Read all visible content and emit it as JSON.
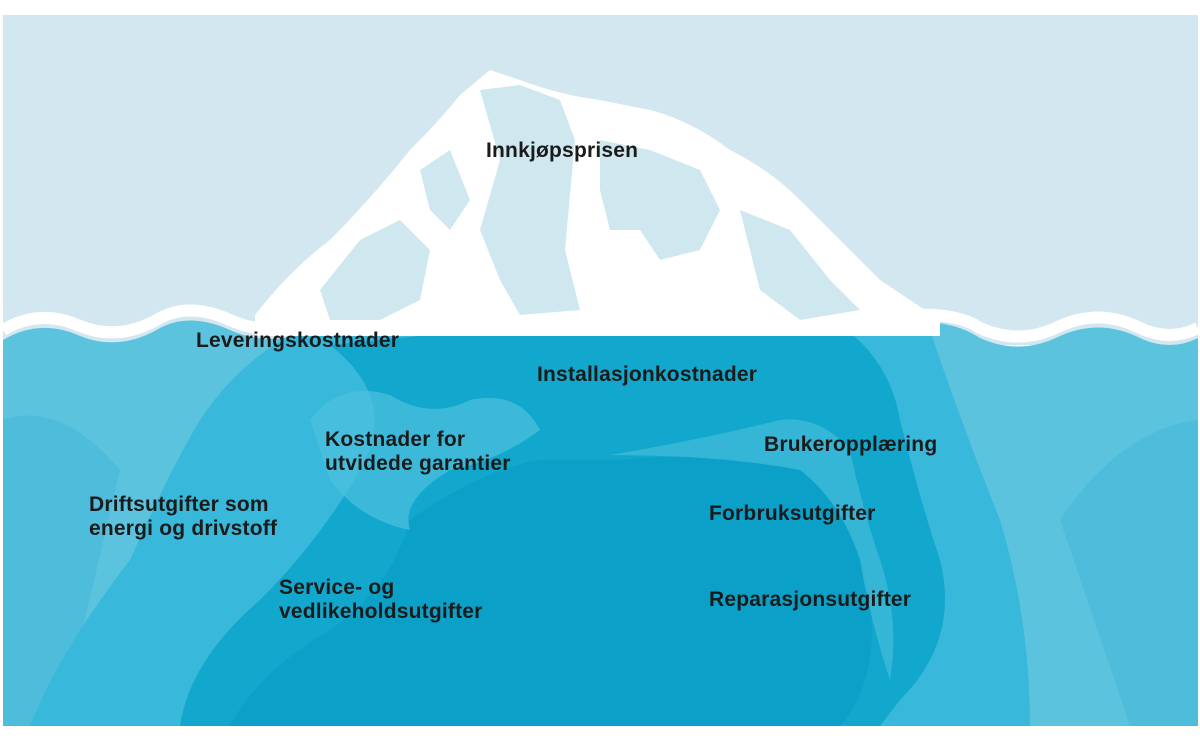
{
  "colors": {
    "sky": "#cfe6ee",
    "ice_white": "#ffffff",
    "ice_shadow": "#cfe8f0",
    "water_light": "#5cc3df",
    "water_mid": "#33b6d8",
    "water_deep": "#10a9cf",
    "iceberg_under": "#0aa3c9",
    "text": "#1b1b1b"
  },
  "labels": {
    "innkjop": "Innkjøpsprisen",
    "levering": "Leveringskostnader",
    "installasjon": "Installasjonkostnader",
    "garanti_line1": "Kostnader for",
    "garanti_line2": "utvidede garantier",
    "brukeropplaering": "Brukeropplæring",
    "drift_line1": "Driftsutgifter som",
    "drift_line2": "energi og drivstoff",
    "forbruk": "Forbruksutgifter",
    "service_line1": "Service- og",
    "service_line2": "vedlikeholdsutgifter",
    "reparasjon": "Reparasjonsutgifter"
  }
}
